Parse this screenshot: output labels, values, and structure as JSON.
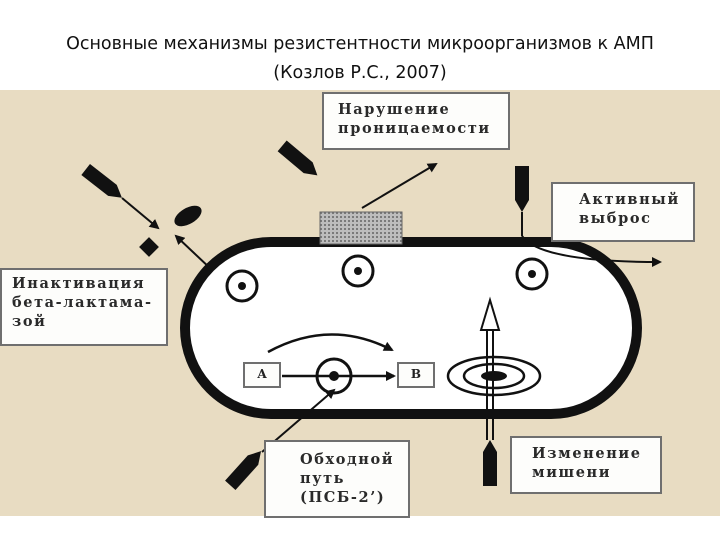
{
  "title": "Основные механизмы резистентности микроорганизмов к АМП (Козлов Р.С., 2007)",
  "labels": {
    "permeability": "Нарушение\nпроницаемости",
    "efflux": "Активный\nвыброс",
    "inactivation": "Инактивация\nбета-лактама-\nзой",
    "bypass": "Обходной\nпуть\n(ПСБ-2’)",
    "target": "Изменение\nмишени"
  },
  "pathway": {
    "start": "A",
    "end": "B"
  },
  "colors": {
    "background": "#e8dcc2",
    "ink": "#111111",
    "box_border": "#6f6f6f",
    "porin_fill": "#9a9a9a"
  }
}
